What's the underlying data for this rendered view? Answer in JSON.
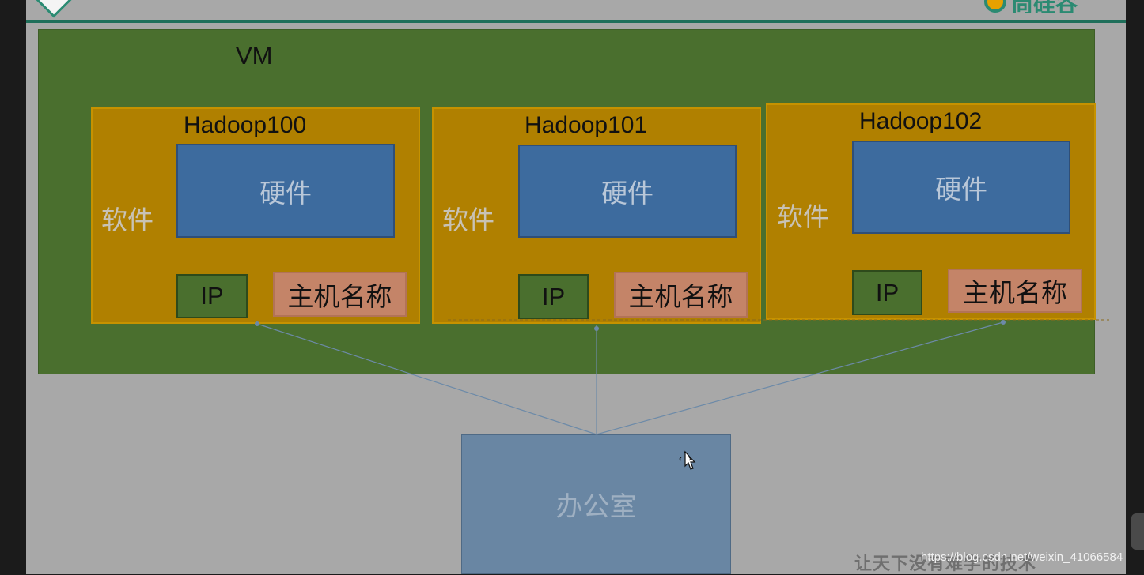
{
  "vm_label": "VM",
  "hosts": [
    {
      "title": "Hadoop100",
      "software": "软件",
      "hardware": "硬件",
      "ip": "IP",
      "hostname": "主机名称"
    },
    {
      "title": "Hadoop101",
      "software": "软件",
      "hardware": "硬件",
      "ip": "IP",
      "hostname": "主机名称"
    },
    {
      "title": "Hadoop102",
      "software": "软件",
      "hardware": "硬件",
      "ip": "IP",
      "hostname": "主机名称"
    }
  ],
  "office": "办公室",
  "watermark": {
    "text": "让天下没有难学的技术",
    "url": "https://blog.csdn.net/weixin_41066584"
  },
  "colors": {
    "vm": "#4a6f2e",
    "host": "#b08000",
    "hardware": "#3d6b9e",
    "ip": "#4a6f2e",
    "hostname": "#c48468",
    "office": "#6986a3"
  },
  "icons": [
    "move-cursor-icon",
    "brand-logo-icon",
    "diamond-logo-icon"
  ]
}
